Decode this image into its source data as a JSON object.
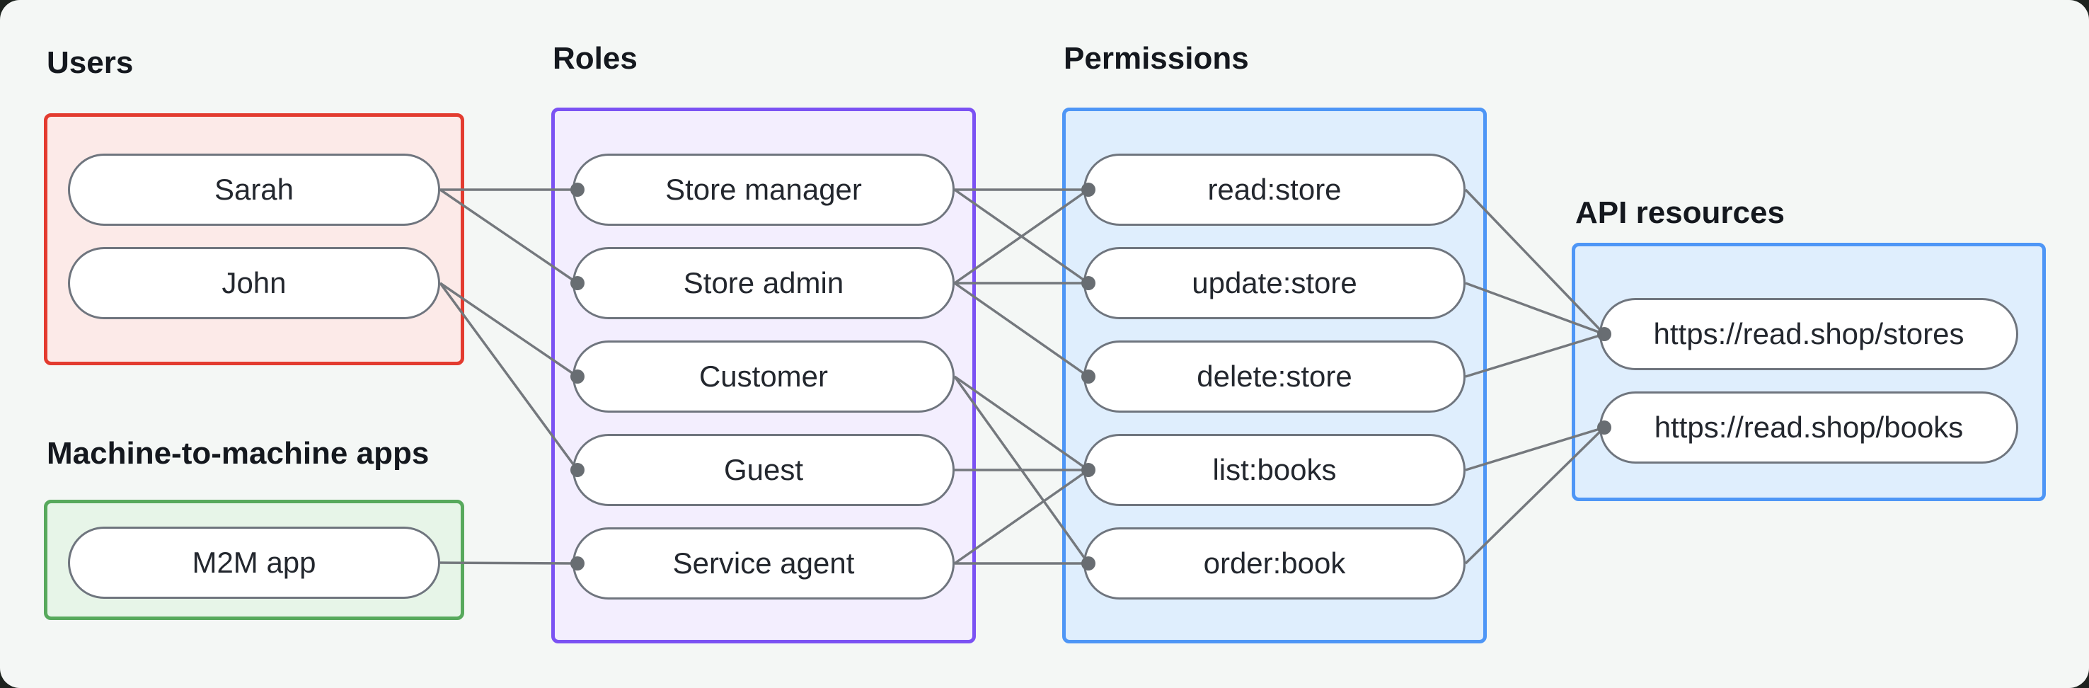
{
  "groups": [
    {
      "id": "users",
      "label": "Users",
      "accent": "#e33b2f",
      "fill": "#fceae8",
      "nodes": [
        {
          "id": "sarah",
          "label": "Sarah"
        },
        {
          "id": "john",
          "label": "John"
        }
      ]
    },
    {
      "id": "m2m",
      "label": "Machine-to-machine apps",
      "accent": "#57a95c",
      "fill": "#e7f5e8",
      "nodes": [
        {
          "id": "m2m_app",
          "label": "M2M app"
        }
      ]
    },
    {
      "id": "roles",
      "label": "Roles",
      "accent": "#7b52f3",
      "fill": "#f3eefe",
      "nodes": [
        {
          "id": "store_manager",
          "label": "Store manager"
        },
        {
          "id": "store_admin",
          "label": "Store admin"
        },
        {
          "id": "customer",
          "label": "Customer"
        },
        {
          "id": "guest",
          "label": "Guest"
        },
        {
          "id": "service_agent",
          "label": "Service agent"
        }
      ]
    },
    {
      "id": "permissions",
      "label": "Permissions",
      "accent": "#4e96f6",
      "fill": "#dfeefd",
      "nodes": [
        {
          "id": "read_store",
          "label": "read:store"
        },
        {
          "id": "update_store",
          "label": "update:store"
        },
        {
          "id": "delete_store",
          "label": "delete:store"
        },
        {
          "id": "list_books",
          "label": "list:books"
        },
        {
          "id": "order_book",
          "label": "order:book"
        }
      ]
    },
    {
      "id": "api",
      "label": "API resources",
      "accent": "#4e96f6",
      "fill": "#dfeefd",
      "nodes": [
        {
          "id": "stores",
          "label": "https://read.shop/stores"
        },
        {
          "id": "books",
          "label": "https://read.shop/books"
        }
      ]
    }
  ],
  "edges": [
    [
      "sarah",
      "store_manager"
    ],
    [
      "sarah",
      "store_admin"
    ],
    [
      "john",
      "customer"
    ],
    [
      "john",
      "guest"
    ],
    [
      "m2m_app",
      "service_agent"
    ],
    [
      "store_manager",
      "read_store"
    ],
    [
      "store_manager",
      "update_store"
    ],
    [
      "store_admin",
      "read_store"
    ],
    [
      "store_admin",
      "update_store"
    ],
    [
      "store_admin",
      "delete_store"
    ],
    [
      "customer",
      "list_books"
    ],
    [
      "customer",
      "order_book"
    ],
    [
      "guest",
      "list_books"
    ],
    [
      "service_agent",
      "list_books"
    ],
    [
      "service_agent",
      "order_book"
    ],
    [
      "read_store",
      "stores"
    ],
    [
      "update_store",
      "stores"
    ],
    [
      "delete_store",
      "stores"
    ],
    [
      "list_books",
      "books"
    ],
    [
      "order_book",
      "books"
    ]
  ],
  "colors": {
    "outer_bg": "#1d231e",
    "panel_bg": "#f4f7f5",
    "node_bg": "#ffffff",
    "node_border": "#6f757e",
    "node_text": "#23272e",
    "label_text": "#14181e",
    "edge": "#74787d",
    "dot": "#686d72"
  }
}
